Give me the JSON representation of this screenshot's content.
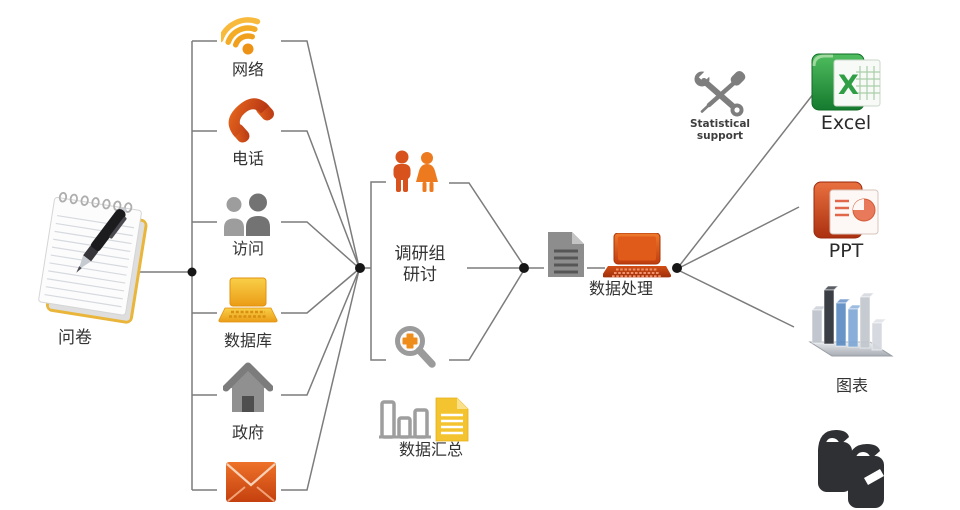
{
  "colors": {
    "line": "#7c7c7c",
    "junction_dot": "#161616",
    "orange_accent": "#e8611c",
    "yellow_accent": "#f2a91f",
    "gray_icon": "#8b8b8b",
    "excel_green": "#2f9e44",
    "ppt_red": "#d34a20",
    "chart_blue": "#5d8cc4",
    "dark_icon": "#2e3033",
    "text": "#333333"
  },
  "source": {
    "label": "问卷",
    "icon": "notepad-pen-icon"
  },
  "channels": [
    {
      "label": "网络",
      "icon": "wifi-icon"
    },
    {
      "label": "电话",
      "icon": "phone-icon"
    },
    {
      "label": "访问",
      "icon": "people-icon"
    },
    {
      "label": "数据库",
      "icon": "laptop-yellow-icon"
    },
    {
      "label": "政府",
      "icon": "house-icon"
    },
    {
      "icon": "envelope-icon"
    }
  ],
  "research_group": {
    "label_line1": "调研组",
    "label_line2": "研讨",
    "icons": [
      "man-woman-icon",
      "magnifier-icon"
    ]
  },
  "data_summary": {
    "label": "数据汇总",
    "icons": [
      "bar-chart-outline-icon",
      "document-yellow-icon"
    ]
  },
  "data_processing": {
    "label": "数据处理",
    "icons": [
      "document-gray-icon",
      "laptop-orange-icon"
    ]
  },
  "statistical_support": {
    "label_line1": "Statistical",
    "label_line2": "support",
    "icon": "tools-icon"
  },
  "outputs": [
    {
      "label": "Excel",
      "icon": "excel-icon"
    },
    {
      "label": "PPT",
      "icon": "ppt-icon"
    },
    {
      "label": "图表",
      "icon": "bar-chart-3d-icon"
    },
    {
      "icon": "books-icon"
    }
  ]
}
